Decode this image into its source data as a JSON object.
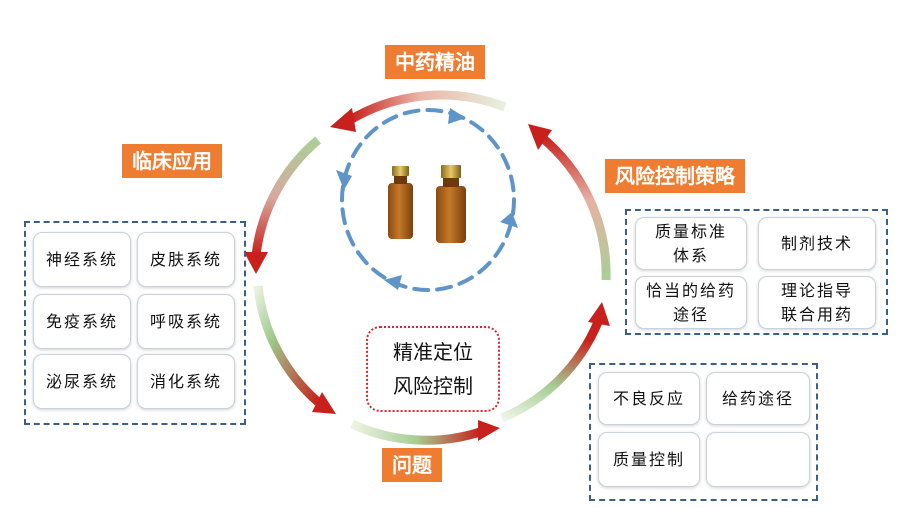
{
  "center_title": "中药精油",
  "sections": {
    "clinical": {
      "title": "临床应用",
      "items": [
        "神经系统",
        "皮肤系统",
        "免疫系统",
        "呼吸系统",
        "泌尿系统",
        "消化系统"
      ]
    },
    "strategy": {
      "title": "风险控制策略",
      "items": [
        "质量标准体系",
        "制剂技术",
        "恰当的给药途径",
        "理论指导联合用药"
      ]
    },
    "problem": {
      "title": "问题",
      "items": [
        "不良反应",
        "给药途径",
        "质量控制"
      ]
    }
  },
  "center_box": {
    "line1": "精准定位",
    "line2": "风险控制"
  },
  "icons": {
    "bottles": "essential-oil-bottles",
    "question": "question-mark-figure"
  },
  "colors": {
    "accent": "#ee7d32",
    "arrow_red": "#d0241f",
    "arrow_green": "#cfe3c2",
    "dash_blue": "#5e94c8",
    "panel_border": "#3a5f8a"
  }
}
